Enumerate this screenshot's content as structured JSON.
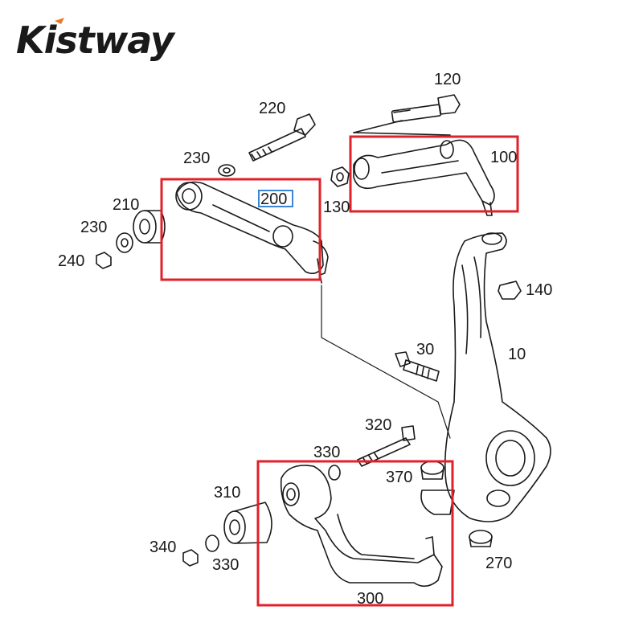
{
  "logo": {
    "text": "Kistway",
    "accent_color": "#e8792b"
  },
  "highlight_color": "#e0202a",
  "selection_color": "#3a86d4",
  "labels": {
    "p120": "120",
    "p220": "220",
    "p230a": "230",
    "p100": "100",
    "p200": "200",
    "p210": "210",
    "p130": "130",
    "p230b": "230",
    "p240": "240",
    "p140": "140",
    "p30": "30",
    "p10": "10",
    "p320": "320",
    "p330a": "330",
    "p370": "370",
    "p310": "310",
    "p340": "340",
    "p330b": "330",
    "p270": "270",
    "p300": "300"
  }
}
